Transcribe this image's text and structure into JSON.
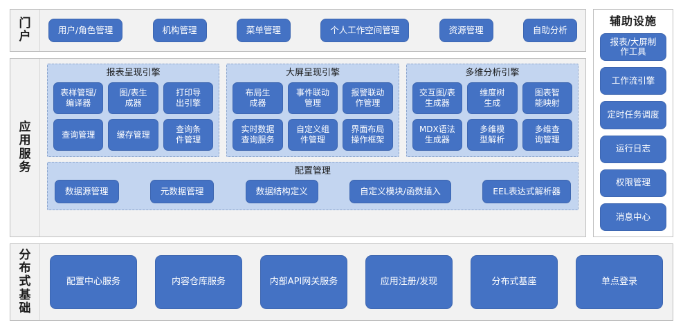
{
  "theme": {
    "button_blue": "#4472C4",
    "panel_blue": "#C3D5F0",
    "section_gray": "#F2F2F2",
    "border_gray": "#BFBFBF",
    "dashed_border": "#8AA4CC",
    "text_white": "#FFFFFF",
    "text_dark": "#1A1A1A"
  },
  "portal": {
    "label": "门户",
    "items": [
      {
        "label": "用户/角色管理"
      },
      {
        "label": "机构管理"
      },
      {
        "label": "菜单管理"
      },
      {
        "label": "个人工作空间管理"
      },
      {
        "label": "资源管理"
      },
      {
        "label": "自助分析"
      }
    ]
  },
  "application_services": {
    "label": "应用服务",
    "engines": [
      {
        "title": "报表呈现引擎",
        "items": [
          {
            "label": "表样管理/\n编译器"
          },
          {
            "label": "图/表生\n成器"
          },
          {
            "label": "打印导\n出引擎"
          },
          {
            "label": "查询管理"
          },
          {
            "label": "缓存管理"
          },
          {
            "label": "查询条\n件管理"
          }
        ]
      },
      {
        "title": "大屏呈现引擎",
        "items": [
          {
            "label": "布局生\n成器"
          },
          {
            "label": "事件联动\n管理"
          },
          {
            "label": "报警联动\n作管理"
          },
          {
            "label": "实时数据\n查询服务"
          },
          {
            "label": "自定义组\n件管理"
          },
          {
            "label": "界面布局\n操作框架"
          }
        ]
      },
      {
        "title": "多维分析引擎",
        "items": [
          {
            "label": "交互图/表\n生成器"
          },
          {
            "label": "维度树\n生成"
          },
          {
            "label": "图表智\n能映射"
          },
          {
            "label": "MDX语法\n生成器"
          },
          {
            "label": "多维模\n型解析"
          },
          {
            "label": "多维查\n询管理"
          }
        ]
      }
    ],
    "config": {
      "title": "配置管理",
      "items": [
        {
          "label": "数据源管理"
        },
        {
          "label": "元数据管理"
        },
        {
          "label": "数据结构定义"
        },
        {
          "label": "自定义模块/函数插入"
        },
        {
          "label": "EEL表达式解析器"
        }
      ]
    }
  },
  "distributed_base": {
    "label": "分布式基础",
    "items": [
      {
        "label": "配置中心服务"
      },
      {
        "label": "内容仓库服务"
      },
      {
        "label": "内部API网关服务"
      },
      {
        "label": "应用注册/发现"
      },
      {
        "label": "分布式基座"
      },
      {
        "label": "单点登录"
      }
    ]
  },
  "aux_facilities": {
    "title": "辅助设施",
    "items": [
      {
        "label": "报表/大屏制\n作工具"
      },
      {
        "label": "工作流引擎"
      },
      {
        "label": "定时任务调度"
      },
      {
        "label": "运行日志"
      },
      {
        "label": "权限管理"
      },
      {
        "label": "消息中心"
      }
    ]
  }
}
